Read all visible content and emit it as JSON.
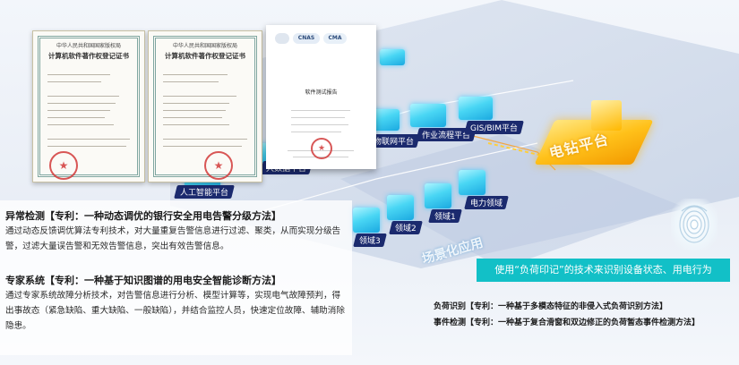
{
  "certificates": [
    {
      "header": "中华人民共和国国家版权局",
      "title": "计算机软件著作权登记证书"
    },
    {
      "header": "中华人民共和国国家版权局",
      "title": "计算机软件著作权登记证书"
    }
  ],
  "test_report": {
    "logos": [
      "CNAS",
      "CMA"
    ],
    "title": "软件测试报告"
  },
  "diagram": {
    "nodes": [
      "人工智能平台",
      "大数据平台",
      "物联网平台",
      "作业流程平台",
      "GIS/BIM平台",
      "电力领域",
      "领域1",
      "领域2",
      "领域3"
    ],
    "platform_label": "电钻平台",
    "floor_text": "场景化应用"
  },
  "anomaly_detection": {
    "heading": "异常检测【专利：一种动态调优的银行安全用电告警分级方法】",
    "body": "通过动态反馈调优算法专利技术，对大量重复告警信息进行过滤、聚类，从而实现分级告警，过滤大量误告警和无效告警信息，突出有效告警信息。"
  },
  "expert_system": {
    "heading": "专家系统【专利：一种基于知识图谱的用电安全智能诊断方法】",
    "body": "通过专家系统故障分析技术，对告警信息进行分析、模型计算等，实现电气故障预判，得出事故态（紧急缺陷、重大缺陷、一般缺陷），并结合监控人员，快速定位故障、辅助消除隐患。"
  },
  "banner": "使用“负荷印记”的技术来识别设备状态、用电行为",
  "patents": [
    "负荷识别【专利：一种基于多模态特征的非侵入式负荷识别方法】",
    "事件检测【专利：一种基于复合滑窗和双边修正的负荷暂态事件检测方法】"
  ],
  "colors": {
    "banner": "#12c0c7",
    "tile": "#49d6f4",
    "platform": "#ffc11a",
    "label_bg": "#1b2a6e"
  },
  "icons": [
    "fingerprint-icon",
    "seal-icon"
  ]
}
